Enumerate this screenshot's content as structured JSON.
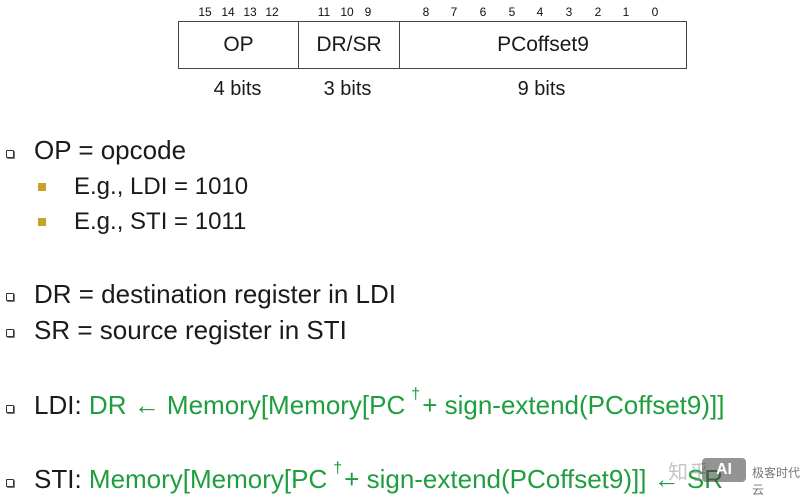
{
  "diagram": {
    "bit_numbers": [
      "15",
      "14",
      "13",
      "12",
      "11",
      "10",
      "9",
      "8",
      "7",
      "6",
      "5",
      "4",
      "3",
      "2",
      "1",
      "0"
    ],
    "fields": [
      {
        "label": "OP",
        "width_label": "4 bits"
      },
      {
        "label": "DR/SR",
        "width_label": "3 bits"
      },
      {
        "label": "PCoffset9",
        "width_label": "9 bits"
      }
    ]
  },
  "notes": {
    "op": "OP = opcode",
    "ldi_example": "E.g., LDI = 1010",
    "sti_example": "E.g., STI = 1011",
    "dr": "DR = destination register in LDI",
    "sr": "SR = source register in STI",
    "ldi_prefix": "LDI:",
    "ldi_expr_a": "DR ← Memory[Memory[PC",
    "ldi_expr_b": "+ sign-extend(PCoffset9)]]",
    "sti_prefix": "STI:",
    "sti_expr_a": "Memory[Memory[PC",
    "sti_expr_b": "+ sign-extend(PCoffset9)]] ← SR",
    "dagger": "†"
  },
  "watermark": {
    "text1": "知乎",
    "ai": "AI",
    "text2": "极客时代云"
  }
}
